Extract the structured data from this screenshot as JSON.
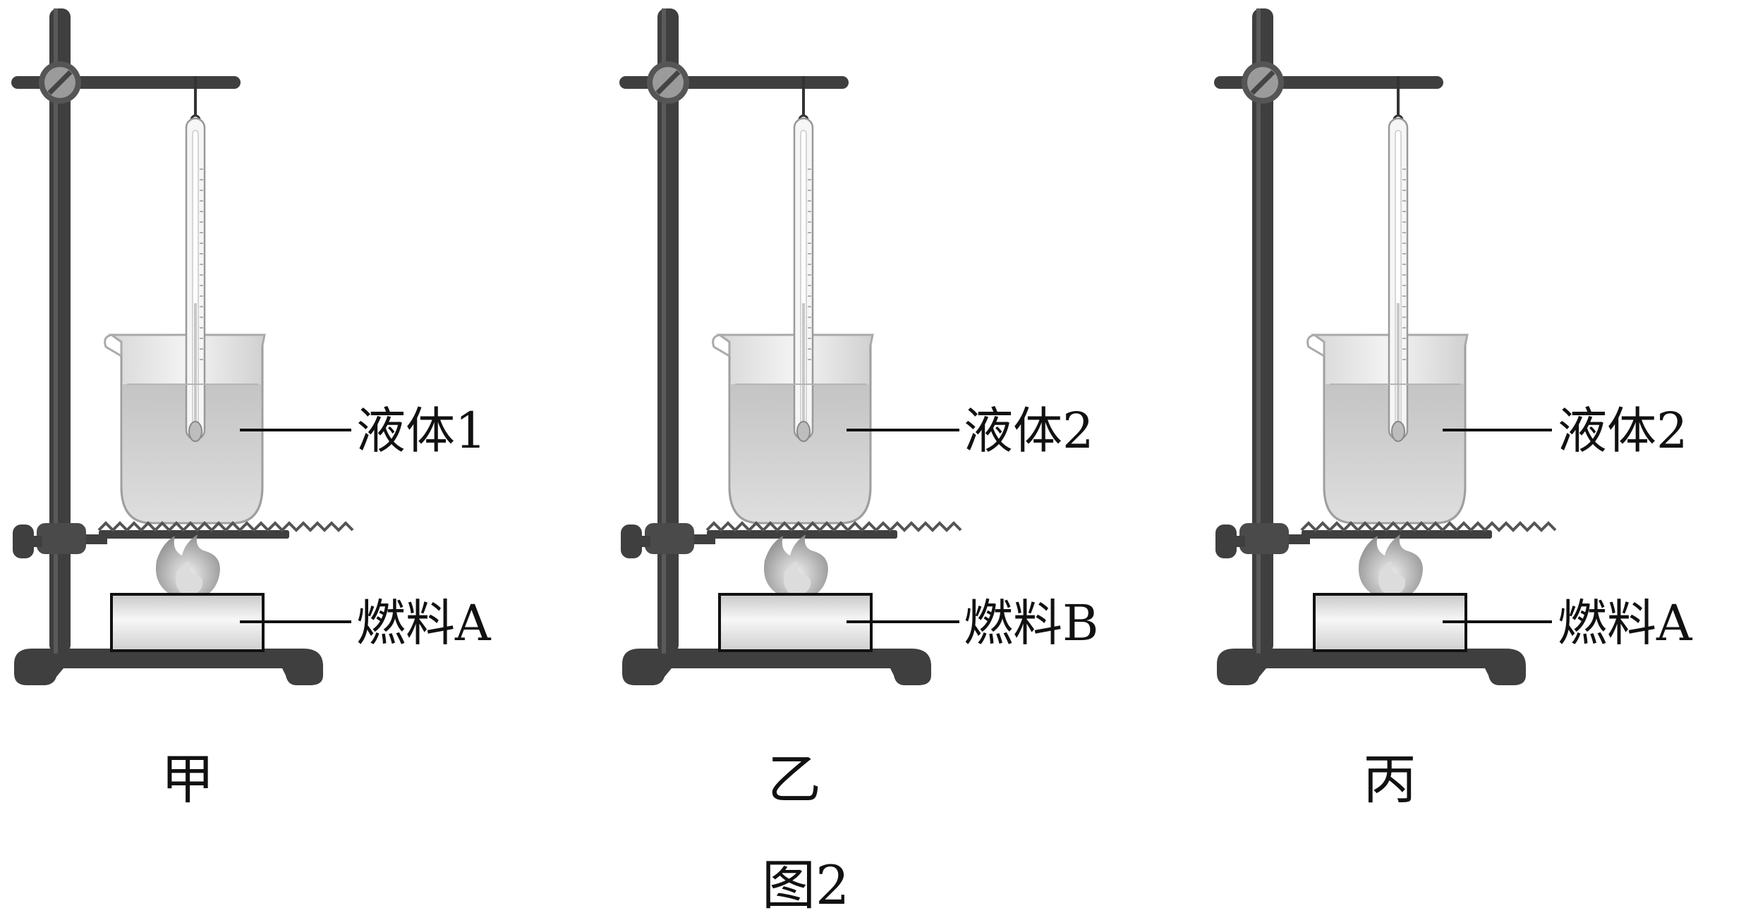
{
  "setups": [
    {
      "liquid_label": "液体1",
      "fuel_label": "燃料A",
      "caption": "甲"
    },
    {
      "liquid_label": "液体2",
      "fuel_label": "燃料B",
      "caption": "乙"
    },
    {
      "liquid_label": "液体2",
      "fuel_label": "燃料A",
      "caption": "丙"
    }
  ],
  "figure_caption": "图2",
  "colors": {
    "stand": "#3f3f3f",
    "liquid": "#cfcfcf",
    "beaker_glass": "#eeeeee",
    "fuel_block": "#e6e6e6",
    "flame": "#9a9a9a"
  }
}
